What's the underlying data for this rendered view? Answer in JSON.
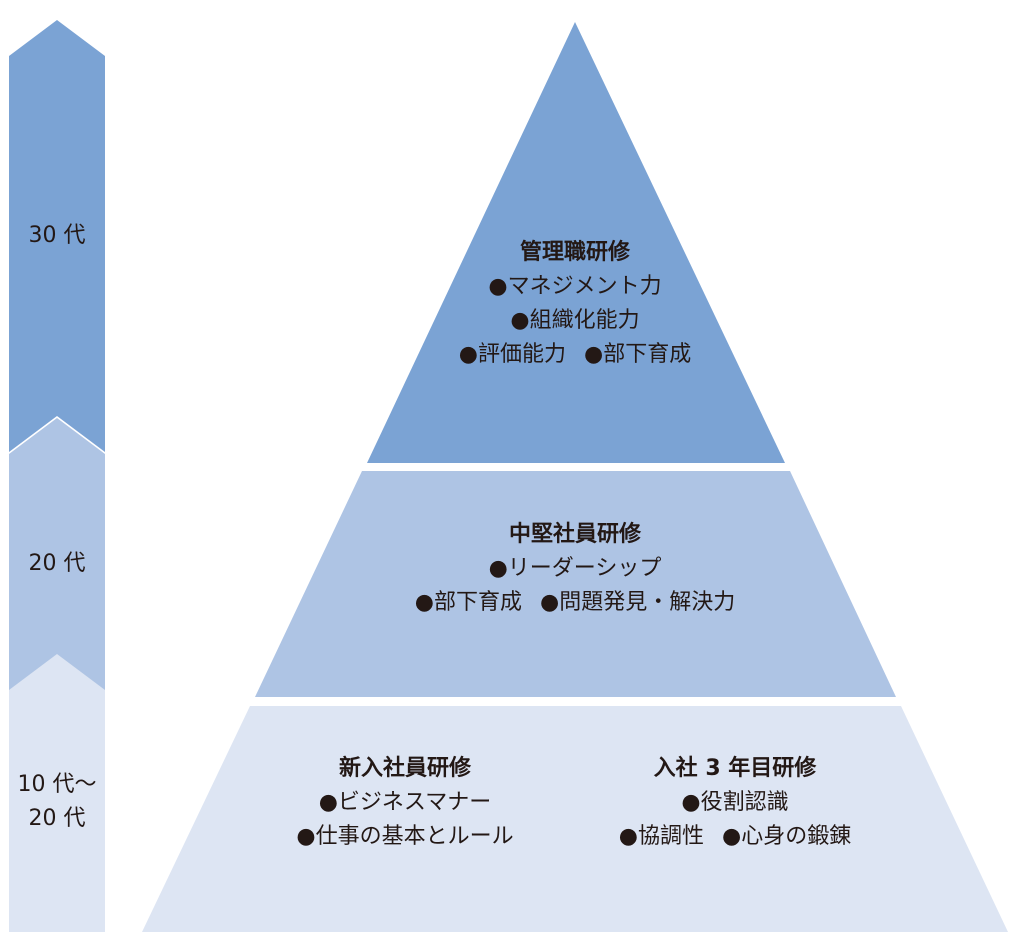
{
  "colors": {
    "top": "#7BA3D4",
    "middle": "#AEC4E4",
    "bottom": "#DDE5F3",
    "text": "#231815"
  },
  "age_bands": {
    "top": "30 代",
    "middle": "20 代",
    "bottom_line1": "10 代〜",
    "bottom_line2": "20 代"
  },
  "tiers": {
    "top": {
      "title": "管理職研修",
      "items": [
        "●マネジメント力",
        "●組織化能力",
        "●評価能力",
        "●部下育成"
      ]
    },
    "middle": {
      "title": "中堅社員研修",
      "items": [
        "●リーダーシップ",
        "●部下育成",
        "●問題発見・解決力"
      ]
    },
    "bottom_left": {
      "title": "新入社員研修",
      "items": [
        "●ビジネスマナー",
        "●仕事の基本とルール"
      ]
    },
    "bottom_right": {
      "title": "入社 3 年目研修",
      "items": [
        "●役割認識",
        "●協調性",
        "●心身の鍛錬"
      ]
    }
  }
}
